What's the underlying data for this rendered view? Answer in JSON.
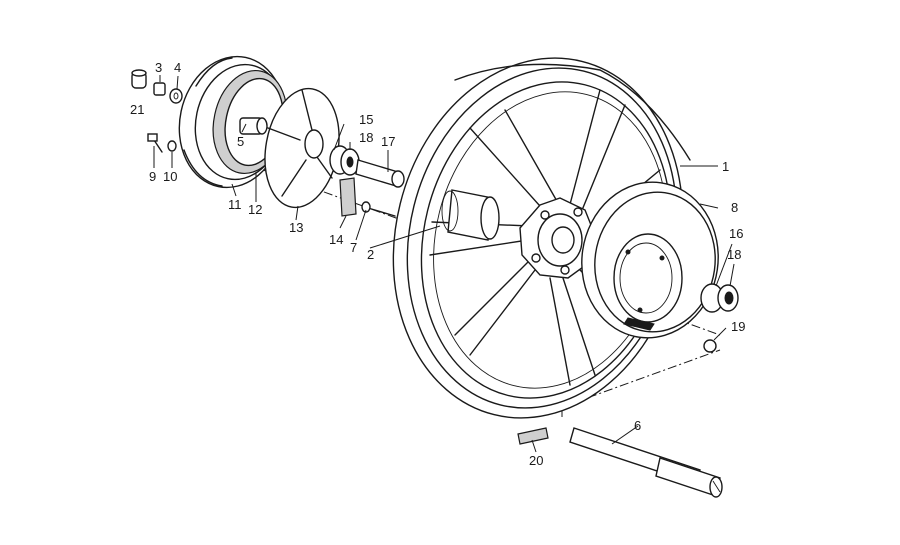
{
  "callouts": [
    {
      "id": "1",
      "label": "1"
    },
    {
      "id": "2",
      "label": "2"
    },
    {
      "id": "3",
      "label": "3"
    },
    {
      "id": "4",
      "label": "4"
    },
    {
      "id": "5",
      "label": "5"
    },
    {
      "id": "6",
      "label": "6"
    },
    {
      "id": "7",
      "label": "7"
    },
    {
      "id": "8",
      "label": "8"
    },
    {
      "id": "9",
      "label": "9"
    },
    {
      "id": "10",
      "label": "10"
    },
    {
      "id": "11",
      "label": "11"
    },
    {
      "id": "12",
      "label": "12"
    },
    {
      "id": "13",
      "label": "13"
    },
    {
      "id": "14",
      "label": "14"
    },
    {
      "id": "15",
      "label": "15"
    },
    {
      "id": "16",
      "label": "16"
    },
    {
      "id": "17",
      "label": "17"
    },
    {
      "id": "18a",
      "label": "18"
    },
    {
      "id": "18b",
      "label": "18"
    },
    {
      "id": "19",
      "label": "19"
    },
    {
      "id": "20",
      "label": "20"
    },
    {
      "id": "21",
      "label": "21"
    }
  ],
  "colors": {
    "line": "#1a1a1a",
    "background": "#ffffff",
    "shade": "#cfcfcf"
  }
}
